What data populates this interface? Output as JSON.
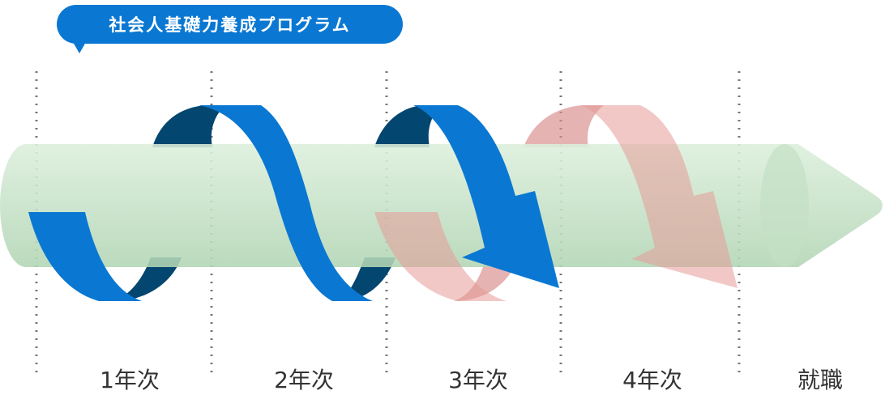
{
  "program_label": "社会人基礎力養成プログラム",
  "stages": [
    "1年次",
    "2年次",
    "3年次",
    "4年次",
    "就職"
  ],
  "colors": {
    "blue": "#0a78d2",
    "navy": "#03466f",
    "pink": "#e69a98",
    "cylinder_top": "#dcefdc",
    "cylinder_bottom": "#b2d5b4"
  }
}
